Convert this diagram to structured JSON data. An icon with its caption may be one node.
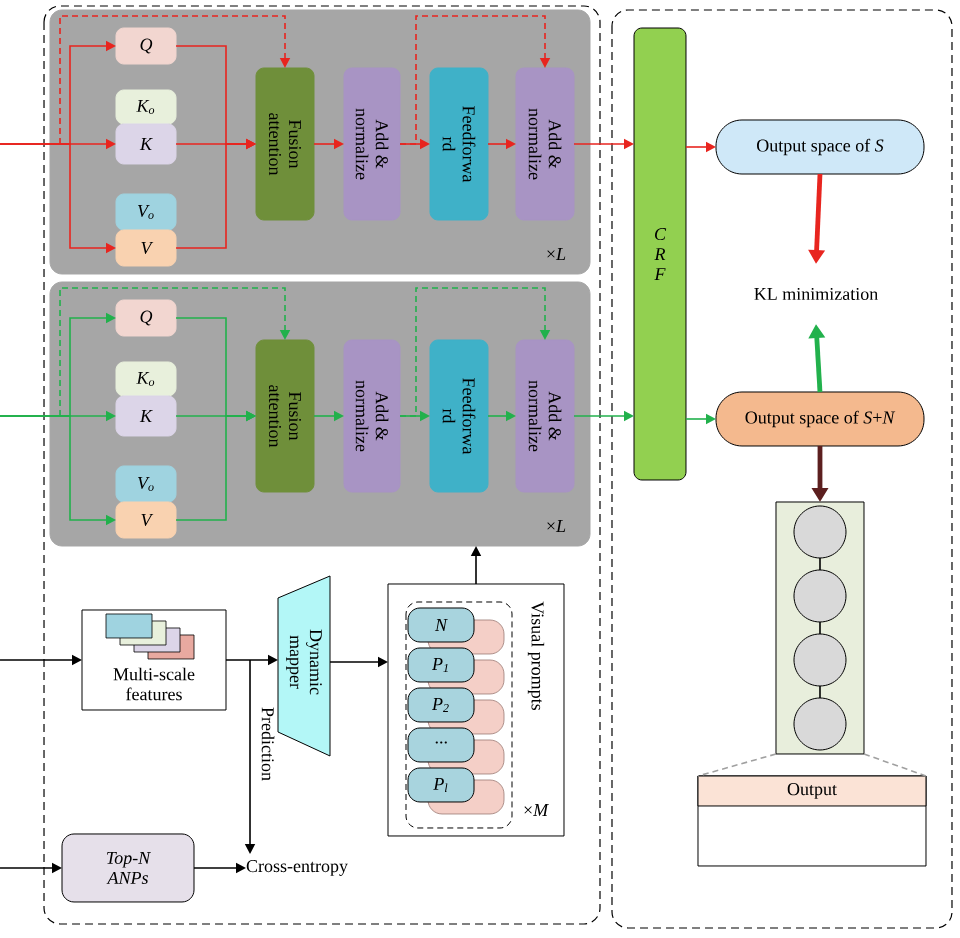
{
  "diagram": {
    "nodes": [
      {
        "text": [
          "×*L*"
        ]
      },
      {
        "text": [
          "Q"
        ],
        "in": 0
      },
      {
        "text": [
          "K$_{o}$"
        ],
        "in": 0
      },
      {
        "text": [
          "K"
        ],
        "in": 0
      },
      {
        "text": [
          "V$_{o}$"
        ],
        "in": 0
      },
      {
        "text": [
          "V"
        ],
        "in": 0
      },
      {
        "text": [
          "Fusion attention"
        ],
        "in": 0
      },
      {
        "text": [
          "Add & normalize"
        ],
        "in": 0
      },
      {
        "text": [
          "Feedforwa rd"
        ],
        "in": 0
      },
      {
        "text": [
          "Add & normalize"
        ],
        "in": 0
      },
      {
        "text": [
          "×*L*"
        ]
      },
      {
        "text": [
          "Q"
        ],
        "in": 10
      },
      {
        "text": [
          "K$_{o}$"
        ],
        "in": 10
      },
      {
        "text": [
          "K"
        ],
        "in": 10
      },
      {
        "text": [
          "V$_{o}$"
        ],
        "in": 10
      },
      {
        "text": [
          "V"
        ],
        "in": 10
      },
      {
        "text": [
          "Fusion attention"
        ],
        "in": 10
      },
      {
        "text": [
          "Add & normalize"
        ],
        "in": 10
      },
      {
        "text": [
          "Feedforwa rd"
        ],
        "in": 10
      },
      {
        "text": [
          "Add & normalize"
        ],
        "in": 10
      },
      {
        "text": [
          "C R F"
        ]
      },
      {
        "text": [
          "Output space of *S*"
        ]
      },
      {
        "text": [
          "KL minimization"
        ]
      },
      {
        "text": [
          "Output space of *S*+*N*"
        ]
      },
      {
        "text": [],
        "shape": "box"
      },
      {
        "text": [],
        "shape": "circle",
        "in": 24
      },
      {
        "text": [],
        "shape": "circle",
        "in": 24
      },
      {
        "text": [],
        "shape": "circle",
        "in": 24
      },
      {
        "text": [],
        "shape": "circle",
        "in": 24
      },
      {
        "text": [
          "Output"
        ]
      },
      {
        "text": [
          "Multi-scale features"
        ]
      },
      {
        "text": [
          "Dynamic mapper"
        ]
      },
      {
        "text": [
          "Visual prompts",
          "×*M*"
        ]
      },
      {
        "text": [
          "N"
        ],
        "in": 32
      },
      {
        "text": [
          "P$_{1}$"
        ],
        "in": 32
      },
      {
        "text": [
          "P$_{2}$"
        ],
        "in": 32
      },
      {
        "text": [
          "···"
        ],
        "in": 32
      },
      {
        "text": [
          "P$_{l}$"
        ],
        "in": 32
      },
      {
        "text": [
          "Top-N ANPs"
        ]
      },
      {
        "text": [
          "Cross-entropy"
        ]
      }
    ],
    "edges": [
      {
        "from": null,
        "to": 1,
        "arrow": "to",
        "color": "#e8251f"
      },
      {
        "from": null,
        "to": 3,
        "arrow": "to",
        "color": "#e8251f"
      },
      {
        "from": null,
        "to": 5,
        "arrow": "to",
        "color": "#e8251f"
      },
      {
        "from": null,
        "to": 6,
        "arrow": "to",
        "style": "dashed",
        "color": "#e8251f"
      },
      {
        "from": 1,
        "to": 6,
        "arrow": "to",
        "color": "#e8251f"
      },
      {
        "from": 3,
        "to": 6,
        "arrow": "to",
        "color": "#e8251f"
      },
      {
        "from": 5,
        "to": 6,
        "arrow": "to",
        "color": "#e8251f"
      },
      {
        "from": 6,
        "to": 7,
        "arrow": "to",
        "color": "#e8251f"
      },
      {
        "from": 7,
        "to": 8,
        "arrow": "to",
        "color": "#e8251f"
      },
      {
        "from": 8,
        "to": 9,
        "arrow": "to",
        "color": "#e8251f"
      },
      {
        "from": 7,
        "to": 9,
        "arrow": "to",
        "style": "dashed",
        "color": "#e8251f"
      },
      {
        "from": 9,
        "to": 20,
        "arrow": "to",
        "color": "#e8251f"
      },
      {
        "from": 20,
        "to": 21,
        "arrow": "to",
        "color": "#e8251f"
      },
      {
        "from": 21,
        "to": 22,
        "arrow": "to",
        "style": "thick",
        "color": "#e8251f"
      },
      {
        "from": null,
        "to": 11,
        "arrow": "to",
        "color": "#22b14c"
      },
      {
        "from": null,
        "to": 13,
        "arrow": "to",
        "color": "#22b14c"
      },
      {
        "from": null,
        "to": 15,
        "arrow": "to",
        "color": "#22b14c"
      },
      {
        "from": null,
        "to": 16,
        "arrow": "to",
        "style": "dashed",
        "color": "#22b14c"
      },
      {
        "from": 11,
        "to": 16,
        "arrow": "to",
        "color": "#22b14c"
      },
      {
        "from": 13,
        "to": 16,
        "arrow": "to",
        "color": "#22b14c"
      },
      {
        "from": 15,
        "to": 16,
        "arrow": "to",
        "color": "#22b14c"
      },
      {
        "from": 16,
        "to": 17,
        "arrow": "to",
        "color": "#22b14c"
      },
      {
        "from": 17,
        "to": 18,
        "arrow": "to",
        "color": "#22b14c"
      },
      {
        "from": 18,
        "to": 19,
        "arrow": "to",
        "color": "#22b14c"
      },
      {
        "from": 17,
        "to": 19,
        "arrow": "to",
        "style": "dashed",
        "color": "#22b14c"
      },
      {
        "from": 19,
        "to": 20,
        "arrow": "to",
        "color": "#22b14c"
      },
      {
        "from": 20,
        "to": 23,
        "arrow": "to",
        "color": "#22b14c"
      },
      {
        "from": 23,
        "to": 22,
        "arrow": "to",
        "style": "thick",
        "color": "#22b14c"
      },
      {
        "from": 23,
        "to": 24,
        "arrow": "to",
        "style": "thick",
        "color": "#5c1f1f"
      },
      {
        "from": 25,
        "to": 26,
        "arrow": "none",
        "color": "#000000"
      },
      {
        "from": 26,
        "to": 27,
        "arrow": "none",
        "color": "#000000"
      },
      {
        "from": 27,
        "to": 28,
        "arrow": "none",
        "color": "#000000"
      },
      {
        "from": 24,
        "to": 29,
        "arrow": "none",
        "style": "dashed",
        "color": "#a0a0a0"
      },
      {
        "from": 24,
        "to": 29,
        "arrow": "none",
        "style": "dashed",
        "color": "#a0a0a0"
      },
      {
        "from": null,
        "to": 30,
        "arrow": "to",
        "color": "#000000"
      },
      {
        "from": 30,
        "to": 31,
        "arrow": "to",
        "color": "#000000"
      },
      {
        "from": 31,
        "to": 32,
        "arrow": "to",
        "color": "#000000"
      },
      {
        "from": 32,
        "to": 10,
        "arrow": "to",
        "color": "#000000"
      },
      {
        "from": 30,
        "to": 39,
        "arrow": "to",
        "label": "Prediction",
        "color": "#000000"
      },
      {
        "from": null,
        "to": 38,
        "arrow": "to",
        "color": "#000000"
      },
      {
        "from": 38,
        "to": 39,
        "arrow": "to",
        "color": "#000000"
      }
    ]
  }
}
